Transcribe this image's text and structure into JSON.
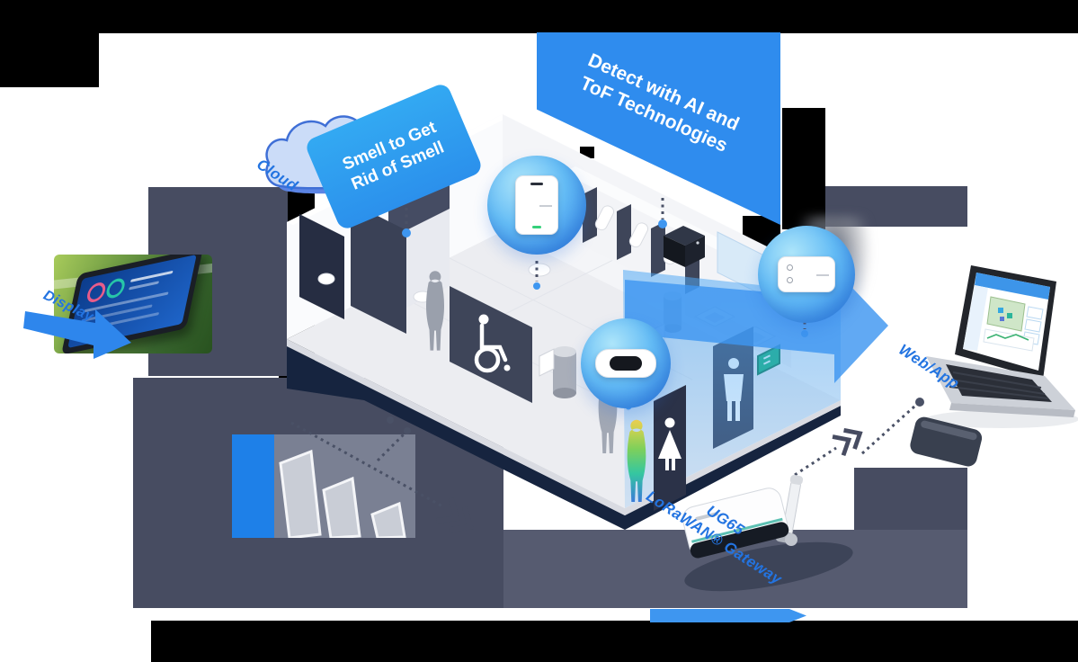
{
  "callouts": {
    "smell": {
      "line1": "Smell to Get",
      "line2": "Rid of Smell"
    },
    "detect": {
      "line1": "Detect with AI and",
      "line2": "ToF Technologies"
    }
  },
  "labels": {
    "cloud": "Cloud",
    "display": "Display",
    "web_app": "Web/App",
    "gateway_line1": "UG65",
    "gateway_line2": "LoRaWAN® Gateway"
  },
  "colors": {
    "callout_blue": "#2FA0F0",
    "banner_blue": "#2F8CEE",
    "label_blue": "#2374E1",
    "slate_block": "#474C61",
    "black_block": "#000000",
    "under_platform_navy": "#16243F",
    "arrow_blue": "#3E96F0",
    "sensor_circle_blue": "#2F80E8",
    "thermal_gradient": [
      "#F2D24B",
      "#7FD05A",
      "#35C7A0",
      "#3A7BD8"
    ]
  },
  "icons": {
    "cloud-icon": "cloud",
    "wheelchair-icon": "accessible toilet symbol",
    "female-icon": "women figure",
    "male-icon": "men figure",
    "chevron-double-icon": "»",
    "arrow-right-icon": "→"
  }
}
